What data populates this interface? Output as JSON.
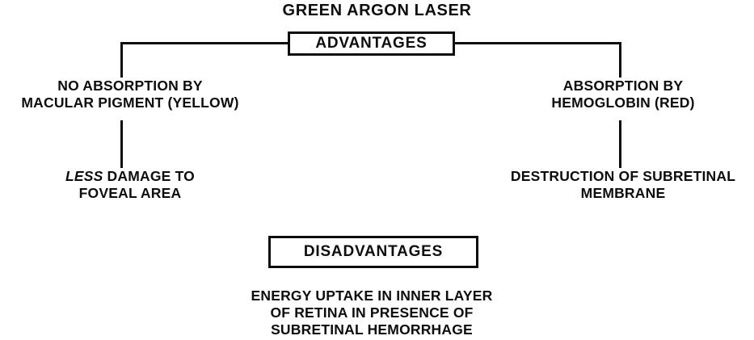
{
  "title": "GREEN ARGON LASER",
  "advantages": {
    "label": "ADVANTAGES",
    "left": {
      "cause_line1": "NO ABSORPTION BY",
      "cause_line2": "MACULAR PIGMENT (YELLOW)",
      "effect_emphasis": "LESS",
      "effect_line1_rest": " DAMAGE TO",
      "effect_line2": "FOVEAL AREA"
    },
    "right": {
      "cause_line1": "ABSORPTION BY",
      "cause_line2": "HEMOGLOBIN (RED)",
      "effect_line1": "DESTRUCTION OF SUBRETINAL",
      "effect_line2": "MEMBRANE"
    }
  },
  "disadvantages": {
    "label": "DISADVANTAGES",
    "note_line1": "ENERGY UPTAKE IN INNER LAYER",
    "note_line2": "OF RETINA IN PRESENCE OF",
    "note_line3": "SUBRETINAL HEMORRHAGE"
  },
  "colors": {
    "ink": "#0d0d0d",
    "background": "#ffffff"
  }
}
